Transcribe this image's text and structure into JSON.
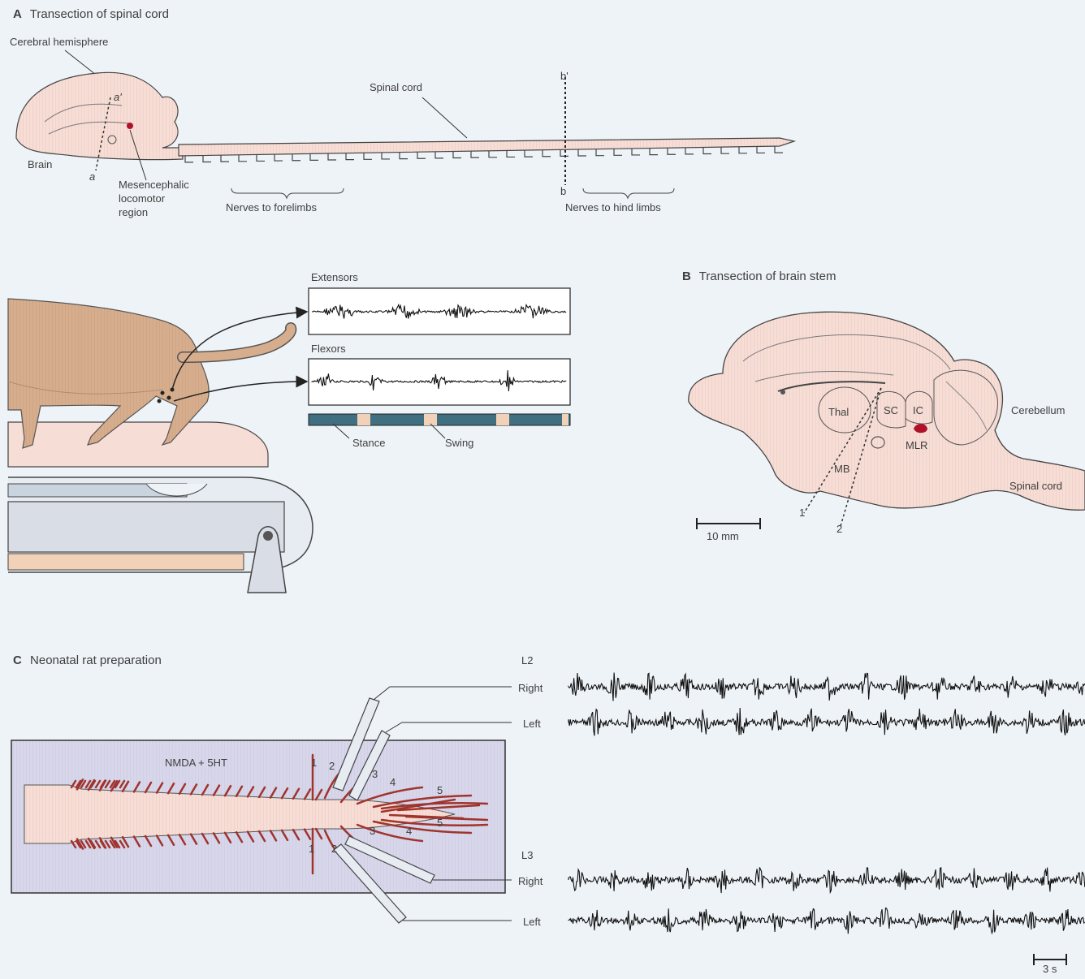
{
  "panel_a": {
    "letter": "A",
    "title": "Transection of spinal cord",
    "labels": {
      "cerebral_hemisphere": "Cerebral hemisphere",
      "brain": "Brain",
      "spinal_cord": "Spinal cord",
      "mlr_line1": "Mesencephalic",
      "mlr_line2": "locomotor",
      "mlr_line3": "region",
      "nerves_forelimbs": "Nerves to forelimbs",
      "nerves_hindlimbs": "Nerves to hind limbs",
      "a_prime": "a'",
      "a": "a",
      "b_prime": "b'",
      "b": "b"
    },
    "emg": {
      "extensors": "Extensors",
      "flexors": "Flexors",
      "stance": "Stance",
      "swing": "Swing"
    }
  },
  "panel_b": {
    "letter": "B",
    "title": "Transection of brain stem",
    "labels": {
      "thal": "Thal",
      "sc": "SC",
      "ic": "IC",
      "cerebellum": "Cerebellum",
      "mlr": "MLR",
      "mb": "MB",
      "spinal_cord": "Spinal cord",
      "cut1": "1",
      "cut2": "2",
      "scale": "10 mm"
    }
  },
  "panel_c": {
    "letter": "C",
    "title": "Neonatal rat preparation",
    "labels": {
      "drug": "NMDA + 5HT",
      "l2": "L2",
      "l3": "L3",
      "right": "Right",
      "left": "Left",
      "scale": "3 s",
      "root_1": "1",
      "root_2": "2",
      "root_3": "3",
      "root_4": "4",
      "root_5": "5"
    }
  },
  "colors": {
    "background": "#eef3f7",
    "tissue": "#f6ddd5",
    "nerve_red": "#a0342c",
    "mlr_red": "#b0122a",
    "dish": "#d7d6ea",
    "cat": "#d6ae8e"
  }
}
